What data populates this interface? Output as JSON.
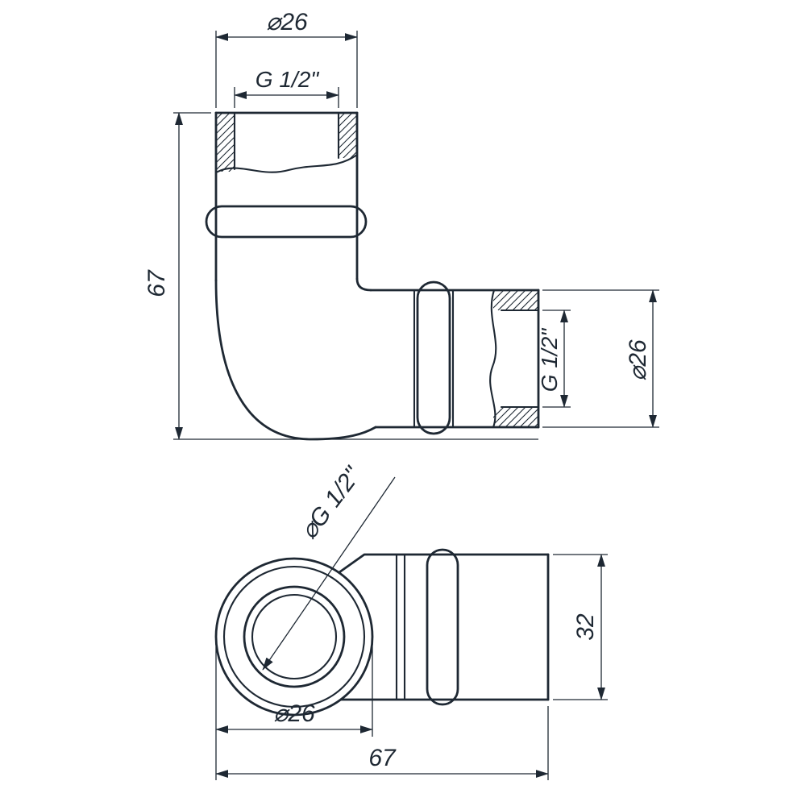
{
  "colors": {
    "line": "#1e2833",
    "background": "#ffffff"
  },
  "side_view": {
    "dim_outer_diameter_top": "⌀26",
    "dim_thread_top": "G 1/2\"",
    "dim_overall_height": "67",
    "dim_thread_right": "G 1/2\"",
    "dim_outer_diameter_right": "⌀26"
  },
  "end_view": {
    "dim_thread_diagonal": "⌀G 1/2\"",
    "dim_outer_diameter": "⌀26",
    "dim_body_height": "32",
    "dim_overall_length": "67"
  }
}
